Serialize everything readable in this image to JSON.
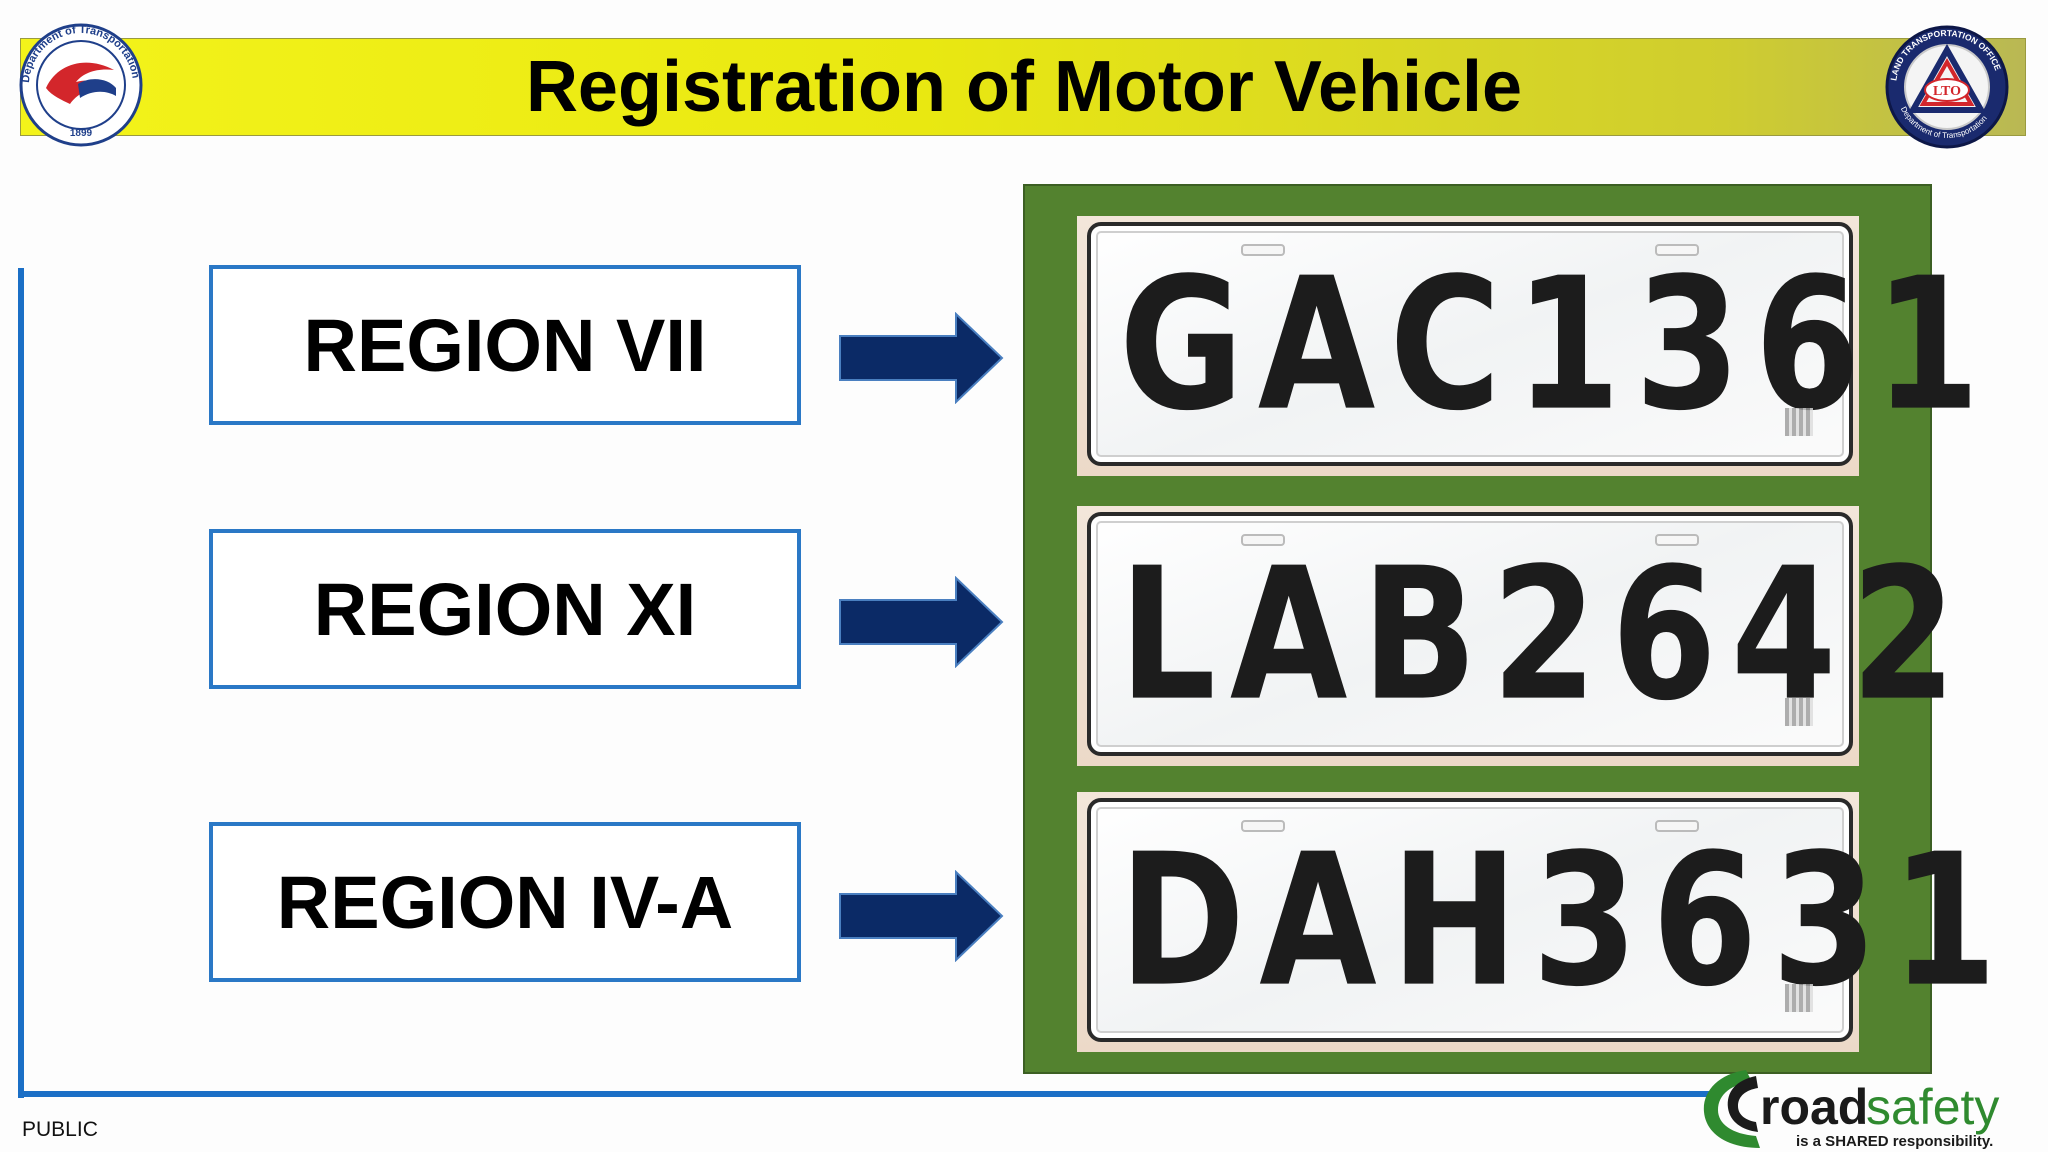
{
  "title": "Registration of Motor Vehicle",
  "footer_label": "PUBLIC",
  "logos": {
    "left_ring_text": "Department of Transportation",
    "left_year": "1899",
    "right_ring_text": "LAND TRANSPORTATION OFFICE",
    "right_ring_text_bottom": "Department of Transportation",
    "right_center": "LTO",
    "bottom_brand_part1": "road",
    "bottom_brand_part2": "safety",
    "bottom_tagline": "is a SHARED responsibility."
  },
  "regions": [
    {
      "label": "REGION VII",
      "plate_letters": "GAC",
      "plate_numbers": "1361"
    },
    {
      "label": "REGION XI",
      "plate_letters": "LAB",
      "plate_numbers": "2642"
    },
    {
      "label": "REGION IV-A",
      "plate_letters": "DAH",
      "plate_numbers": "3631"
    }
  ],
  "colors": {
    "header_yellow": "#f3f31a",
    "accent_blue": "#1b6fc6",
    "arrow_navy": "#0b2a66",
    "panel_green": "#53822f"
  },
  "icons": [
    "right-arrow-icon"
  ]
}
